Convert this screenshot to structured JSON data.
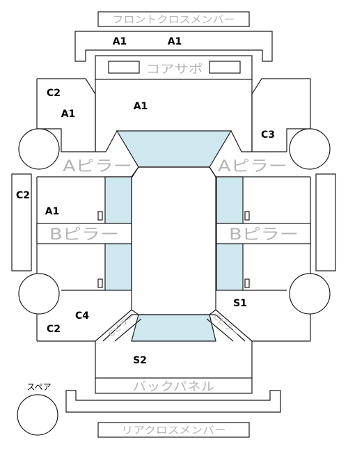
{
  "labels": {
    "front_cross_member": "フロントクロスメンバー",
    "core_support": "コアサポ",
    "a_pillar_left": "Aピラー",
    "a_pillar_right": "Aピラー",
    "b_pillar_left": "Bピラー",
    "b_pillar_right": "Bピラー",
    "back_panel": "バックパネル",
    "rear_cross_member": "リアクロスメンバー",
    "spare": "スペア",
    "c_pillar_left": "Cピラー",
    "c_pillar_right": "Cピラー"
  },
  "ranks": {
    "front_member_left": "A1",
    "front_member_right": "A1",
    "front_center": "A1",
    "front_left_upper": "C2",
    "front_left_lower": "A1",
    "front_right": "C3",
    "side_left": "C2",
    "mid_left": "A1",
    "rear_left_c4": "C4",
    "rear_left_c2": "C2",
    "rear_right": "S1",
    "rear_center": "S2"
  }
}
